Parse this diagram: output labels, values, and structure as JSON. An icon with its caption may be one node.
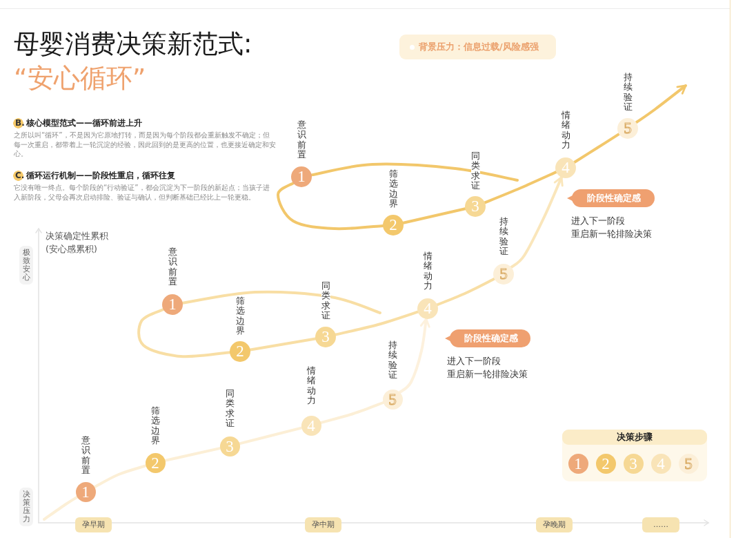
{
  "diagram": {
    "title": "母婴消费决策新范式:",
    "nodes": [
      {
        "text": [
          "背景压力：信息过载/风险感强"
        ]
      },
      {
        "text": [
          "1"
        ],
        "beside": [
          "意识前置"
        ]
      },
      {
        "text": [
          "2"
        ],
        "beside": [
          "筛选边界"
        ]
      },
      {
        "text": [
          "3"
        ],
        "beside": [
          "同类求证"
        ]
      },
      {
        "text": [
          "4"
        ],
        "beside": [
          "情绪动力"
        ]
      },
      {
        "text": [
          "5"
        ],
        "beside": [
          "持续验证"
        ]
      },
      {
        "text": [
          "阶段性确定感"
        ],
        "beside": [
          "进入下一阶段",
          "重启新一轮排险决策"
        ]
      },
      {
        "text": [
          "极致安心"
        ]
      },
      {
        "text": [
          "1"
        ],
        "beside": [
          "意识前置"
        ]
      },
      {
        "text": [
          "2"
        ],
        "beside": [
          "筛选边界"
        ]
      },
      {
        "text": [
          "3"
        ],
        "beside": [
          "同类求证"
        ]
      },
      {
        "text": [
          "4"
        ],
        "beside": [
          "情绪动力"
        ]
      },
      {
        "text": [
          "5"
        ],
        "beside": [
          "持续验证"
        ]
      },
      {
        "text": [
          "阶段性确定感"
        ],
        "beside": [
          "进入下一阶段",
          "重启新一轮排险决策"
        ]
      },
      {
        "text": [
          "1"
        ],
        "beside": [
          "意识前置"
        ]
      },
      {
        "text": [
          "2"
        ],
        "beside": [
          "筛选边界"
        ]
      },
      {
        "text": [
          "3"
        ],
        "beside": [
          "同类求证"
        ]
      },
      {
        "text": [
          "4"
        ],
        "beside": [
          "情绪动力"
        ]
      },
      {
        "text": [
          "5"
        ],
        "beside": [
          "持续验证"
        ]
      },
      {
        "text": [
          "决策压力"
        ]
      },
      {
        "text": [
          "孕早期"
        ]
      },
      {
        "text": [
          "孕中期"
        ]
      },
      {
        "text": [
          "孕晚期"
        ]
      },
      {
        "text": [
          "……"
        ]
      }
    ],
    "edges": [
      {
        "from": null,
        "to": 14,
        "arrow": "none",
        "color": "#fcefd6"
      },
      {
        "from": 14,
        "to": 15,
        "arrow": "none",
        "color": "#fcefd6"
      },
      {
        "from": 15,
        "to": 16,
        "arrow": "none",
        "color": "#fcefd6"
      },
      {
        "from": 16,
        "to": 17,
        "arrow": "none",
        "color": "#fcefd6"
      },
      {
        "from": 17,
        "to": 18,
        "arrow": "none",
        "color": "#fcefd6"
      },
      {
        "from": 18,
        "to": 11,
        "arrow": "to",
        "color": "#fdf1dd"
      },
      {
        "from": null,
        "to": 8,
        "arrow": "none",
        "color": "#f8dea4"
      },
      {
        "from": 8,
        "to": 9,
        "arrow": "none",
        "color": "#f8dea4"
      },
      {
        "from": 9,
        "to": 10,
        "arrow": "none",
        "color": "#f8dea4"
      },
      {
        "from": 10,
        "to": 11,
        "arrow": "none",
        "color": "#f8dea4"
      },
      {
        "from": 11,
        "to": 12,
        "arrow": "none",
        "color": "#f8dea4"
      },
      {
        "from": 12,
        "to": 4,
        "arrow": "to",
        "color": "#fae6bb"
      },
      {
        "from": null,
        "to": 1,
        "arrow": "none",
        "color": "#f2c76b"
      },
      {
        "from": 1,
        "to": 2,
        "arrow": "none",
        "color": "#f2c76b"
      },
      {
        "from": 2,
        "to": 3,
        "arrow": "none",
        "color": "#f2c76b"
      },
      {
        "from": 3,
        "to": 4,
        "arrow": "none",
        "color": "#f2c76b"
      },
      {
        "from": 4,
        "to": 5,
        "arrow": "none",
        "color": "#f2c76b"
      },
      {
        "from": 5,
        "to": null,
        "arrow": "to",
        "color": "#f2c76b"
      }
    ],
    "labels": [
      "“安心循环”",
      "B.",
      "核心模型范式——循环前进上升",
      "之所以叫“循环”，不是因为它原地打转，而是因为每个阶段都会重新触发不确定；但每一次重启，都带着上一轮沉淀的经验，因此回到的是更高的位置，也更接近确定和安心。",
      "C.",
      "循环运行机制——阶段性重启，循环往复",
      "它没有唯一终点。每个阶段的“行动验证”，都会沉淀为下一阶段的新起点；当孩子进入新阶段，父母会再次启动排险、验证与确认，但判断基础已经比上一轮更稳。",
      "决策确定性累积(安心感累积)",
      "决策步骤"
    ],
    "legend": [
      {
        "text": "1",
        "color": "#eea97a"
      },
      {
        "text": "2",
        "color": "#f3c86c"
      },
      {
        "text": "3",
        "color": "#f6d894"
      },
      {
        "text": "4",
        "color": "#f9e4b8"
      },
      {
        "text": "5",
        "color": "#fcefd8"
      }
    ]
  }
}
